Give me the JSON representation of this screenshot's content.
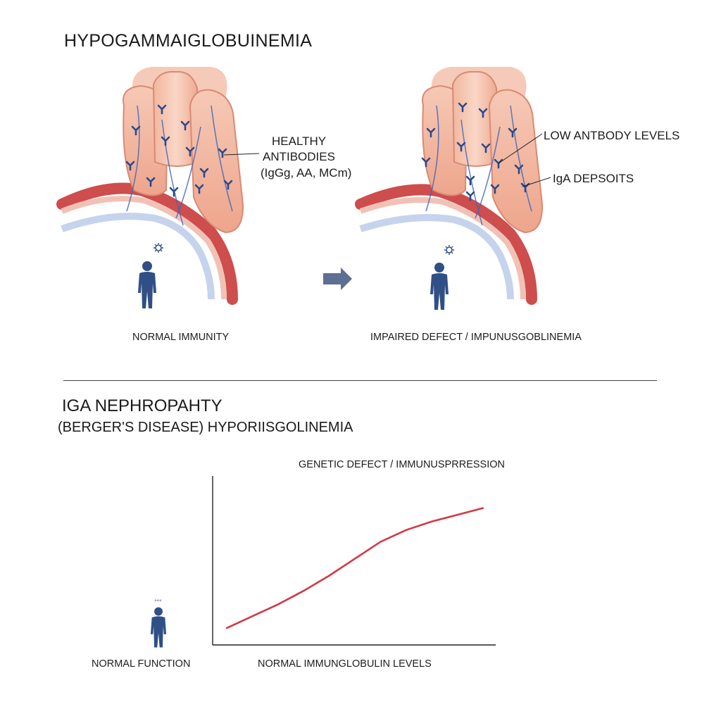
{
  "title": "HYPOGAMMAIGLOBUINEMIA",
  "left_panel": {
    "label_line1": "HEALTHY",
    "label_line2": "ANTIBODIES",
    "label_line3": "(IgGg, AA, MCm)",
    "caption": "NORMAL IMMUNITY"
  },
  "right_panel": {
    "label_low": "LOW ANTBODY LEVELS",
    "label_iga": "IgA DEPSOITS",
    "caption": "IMPAIRED DEFECT / IMPUNUSGOBLINEMIA"
  },
  "section2": {
    "title": "IGA NEPHROPAHTY",
    "subtitle": "(BERGER'S DISEASE) HYPORIISGOLINEMIA"
  },
  "chart": {
    "top_label": "GENETIC DEFECT / IMMUNUSPRRESSION",
    "x_label": "NORMAL IMMUNGLOBULIN LEVELS",
    "left_label": "NORMAL FUNCTION"
  },
  "chart_data": {
    "type": "line",
    "title": "GENETIC DEFECT / IMMUNUSPRRESSION",
    "xlabel": "NORMAL IMMUNGLOBULIN LEVELS",
    "ylabel": "",
    "x": [
      0,
      0.1,
      0.2,
      0.3,
      0.4,
      0.5,
      0.6,
      0.7,
      0.8,
      0.9,
      1.0
    ],
    "series": [
      {
        "values": [
          0.1,
          0.17,
          0.24,
          0.32,
          0.41,
          0.51,
          0.61,
          0.68,
          0.73,
          0.77,
          0.81
        ]
      }
    ],
    "xlim": [
      0,
      1.05
    ],
    "ylim": [
      0,
      1
    ],
    "grid": false
  },
  "colors": {
    "tissue": "#f1b7a2",
    "tissue_dark": "#d98a72",
    "vessel_red": "#c93a3a",
    "vessel_blue": "#3e66b8",
    "antibody": "#2a4a8c",
    "person": "#2f4f86",
    "line": "#d03a45",
    "arrow": "#5d6f92"
  }
}
